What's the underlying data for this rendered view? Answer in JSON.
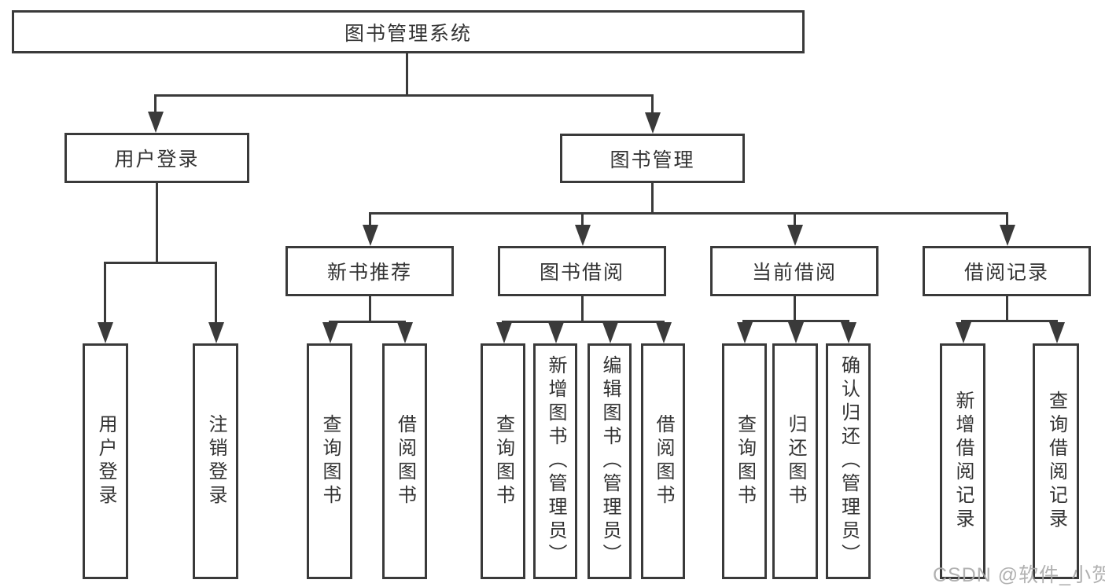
{
  "diagram": {
    "root": {
      "label": "图书管理系统"
    },
    "branches": {
      "user_login": {
        "label": "用户登录",
        "children": {
          "login": {
            "label": "用户登录"
          },
          "logout": {
            "label": "注销登录"
          }
        }
      },
      "book_mgmt": {
        "label": "图书管理",
        "children": {
          "new_book_rec": {
            "label": "新书推荐",
            "children": {
              "query": {
                "label": "查询图书"
              },
              "borrow": {
                "label": "借阅图书"
              }
            }
          },
          "book_borrow": {
            "label": "图书借阅",
            "children": {
              "query": {
                "label": "查询图书"
              },
              "add": {
                "label": "新增图书（管理员）"
              },
              "edit": {
                "label": "编辑图书（管理员）"
              },
              "borrow": {
                "label": "借阅图书"
              }
            }
          },
          "current_borrow": {
            "label": "当前借阅",
            "children": {
              "query": {
                "label": "查询图书"
              },
              "return": {
                "label": "归还图书"
              },
              "confirm": {
                "label": "确认归还（管理员）"
              }
            }
          },
          "borrow_records": {
            "label": "借阅记录",
            "children": {
              "add": {
                "label": "新增借阅记录"
              },
              "query": {
                "label": "查询借阅记录"
              }
            }
          }
        }
      }
    }
  },
  "watermark": {
    "text": "CSDN @软件_小贺同学"
  },
  "colors": {
    "line": "#3a3a3a",
    "text": "#333333",
    "watermark": "#a9a9a9",
    "background": "#ffffff"
  }
}
